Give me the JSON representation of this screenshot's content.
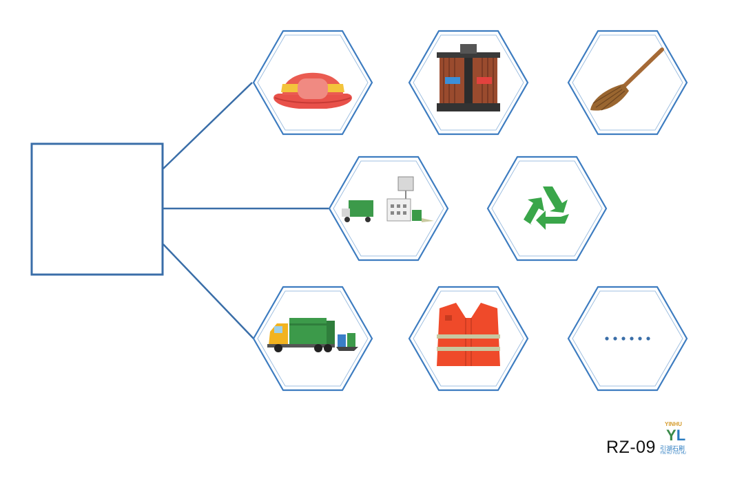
{
  "diagram": {
    "root_box_text": "",
    "branches": [
      {
        "items": [
          {
            "icon": "safety-helmet-icon"
          },
          {
            "icon": "trash-bin-icon"
          },
          {
            "icon": "broom-icon"
          }
        ]
      },
      {
        "items": [
          {
            "icon": "waste-treatment-plant-icon"
          },
          {
            "icon": "recycle-icon"
          }
        ]
      },
      {
        "items": [
          {
            "icon": "garbage-truck-icon"
          },
          {
            "icon": "reflective-vest-icon"
          },
          {
            "icon": "ellipsis-icon"
          }
        ]
      }
    ],
    "ellipsis_text": "······"
  },
  "footer": {
    "code": "RZ-09",
    "logo_top": "YINHU",
    "logo_letters_a": "Y",
    "logo_letters_b": "L",
    "logo_cn": "引湖石刷",
    "logo_en": "YIN HU YOU HU"
  },
  "colors": {
    "frame": "#3a6ea8",
    "hex_stroke": "#4a86c5",
    "helmet": "#e24c45",
    "recycle": "#3aa64a",
    "vest": "#ef4a2a",
    "broom": "#a56a36"
  }
}
